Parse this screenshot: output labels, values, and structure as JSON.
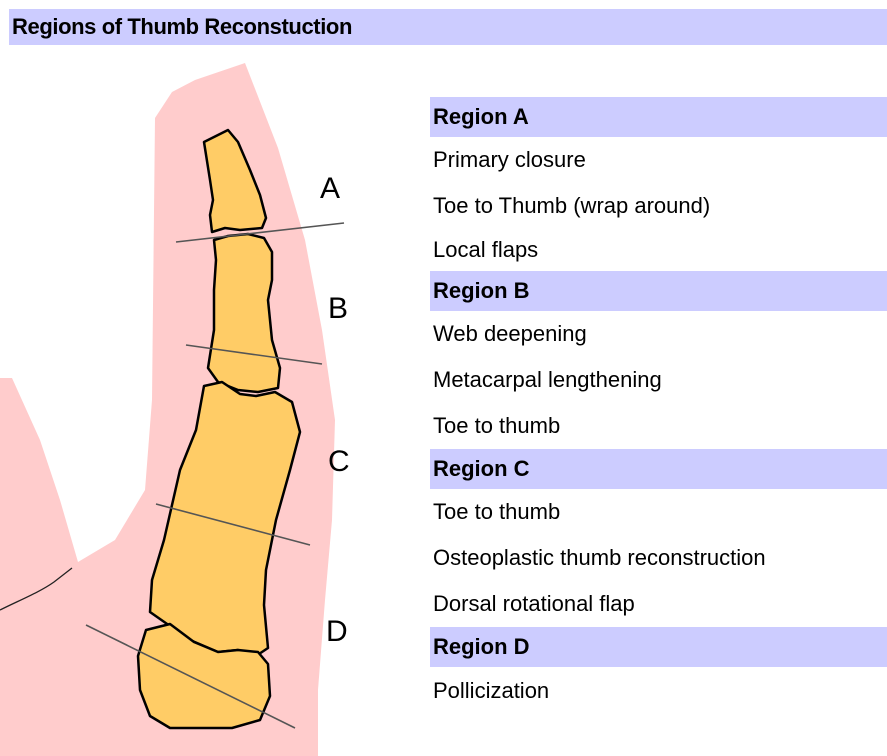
{
  "title": "Regions of Thumb Reconstuction",
  "diagram": {
    "labels": [
      "A",
      "B",
      "C",
      "D"
    ],
    "colors": {
      "skin": "#ffcccc",
      "bone": "#ffcc66",
      "outline": "#000000"
    }
  },
  "regions": [
    {
      "name": "Region A",
      "options": [
        "Primary closure",
        "Toe to Thumb (wrap around)",
        "Local flaps"
      ]
    },
    {
      "name": "Region B",
      "options": [
        "Web deepening",
        "Metacarpal lengthening",
        "Toe to thumb"
      ]
    },
    {
      "name": "Region C",
      "options": [
        "Toe to thumb",
        "Osteoplastic thumb reconstruction",
        "Dorsal rotational flap"
      ]
    },
    {
      "name": "Region D",
      "options": [
        "Pollicization"
      ]
    }
  ]
}
